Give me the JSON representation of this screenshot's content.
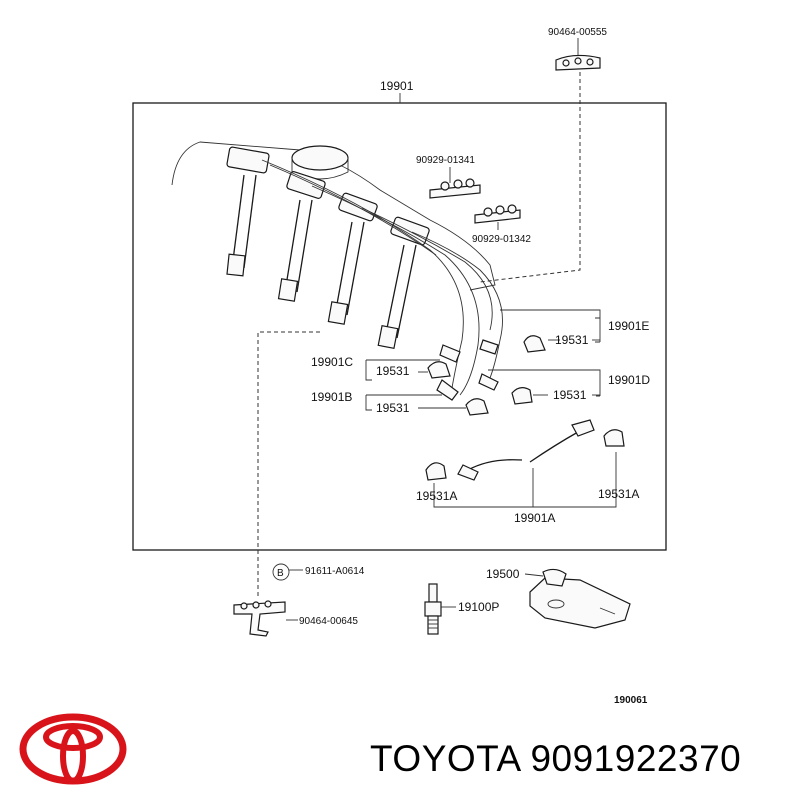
{
  "diagram": {
    "labels": {
      "p90464_00555": "90464-00555",
      "p19901": "19901",
      "p90929_01341": "90929-01341",
      "p90929_01342": "90929-01342",
      "p19901E": "19901E",
      "p19531_e": "19531",
      "p19901C": "19901C",
      "p19531_c": "19531",
      "p19901D": "19901D",
      "p19531_d": "19531",
      "p19901B": "19901B",
      "p19531_b": "19531",
      "p19531A_left": "19531A",
      "p19531A_right": "19531A",
      "p19901A": "19901A",
      "p91611_A0614": "91611-A0614",
      "callout_B": "B",
      "p90464_00645": "90464-00645",
      "p19500": "19500",
      "p19100P": "19100P",
      "code": "190061"
    }
  },
  "brand": {
    "title": "TOYOTA 9091922370",
    "logo_icon": "toyota-logo-icon",
    "logo_color": "#d8141a"
  }
}
